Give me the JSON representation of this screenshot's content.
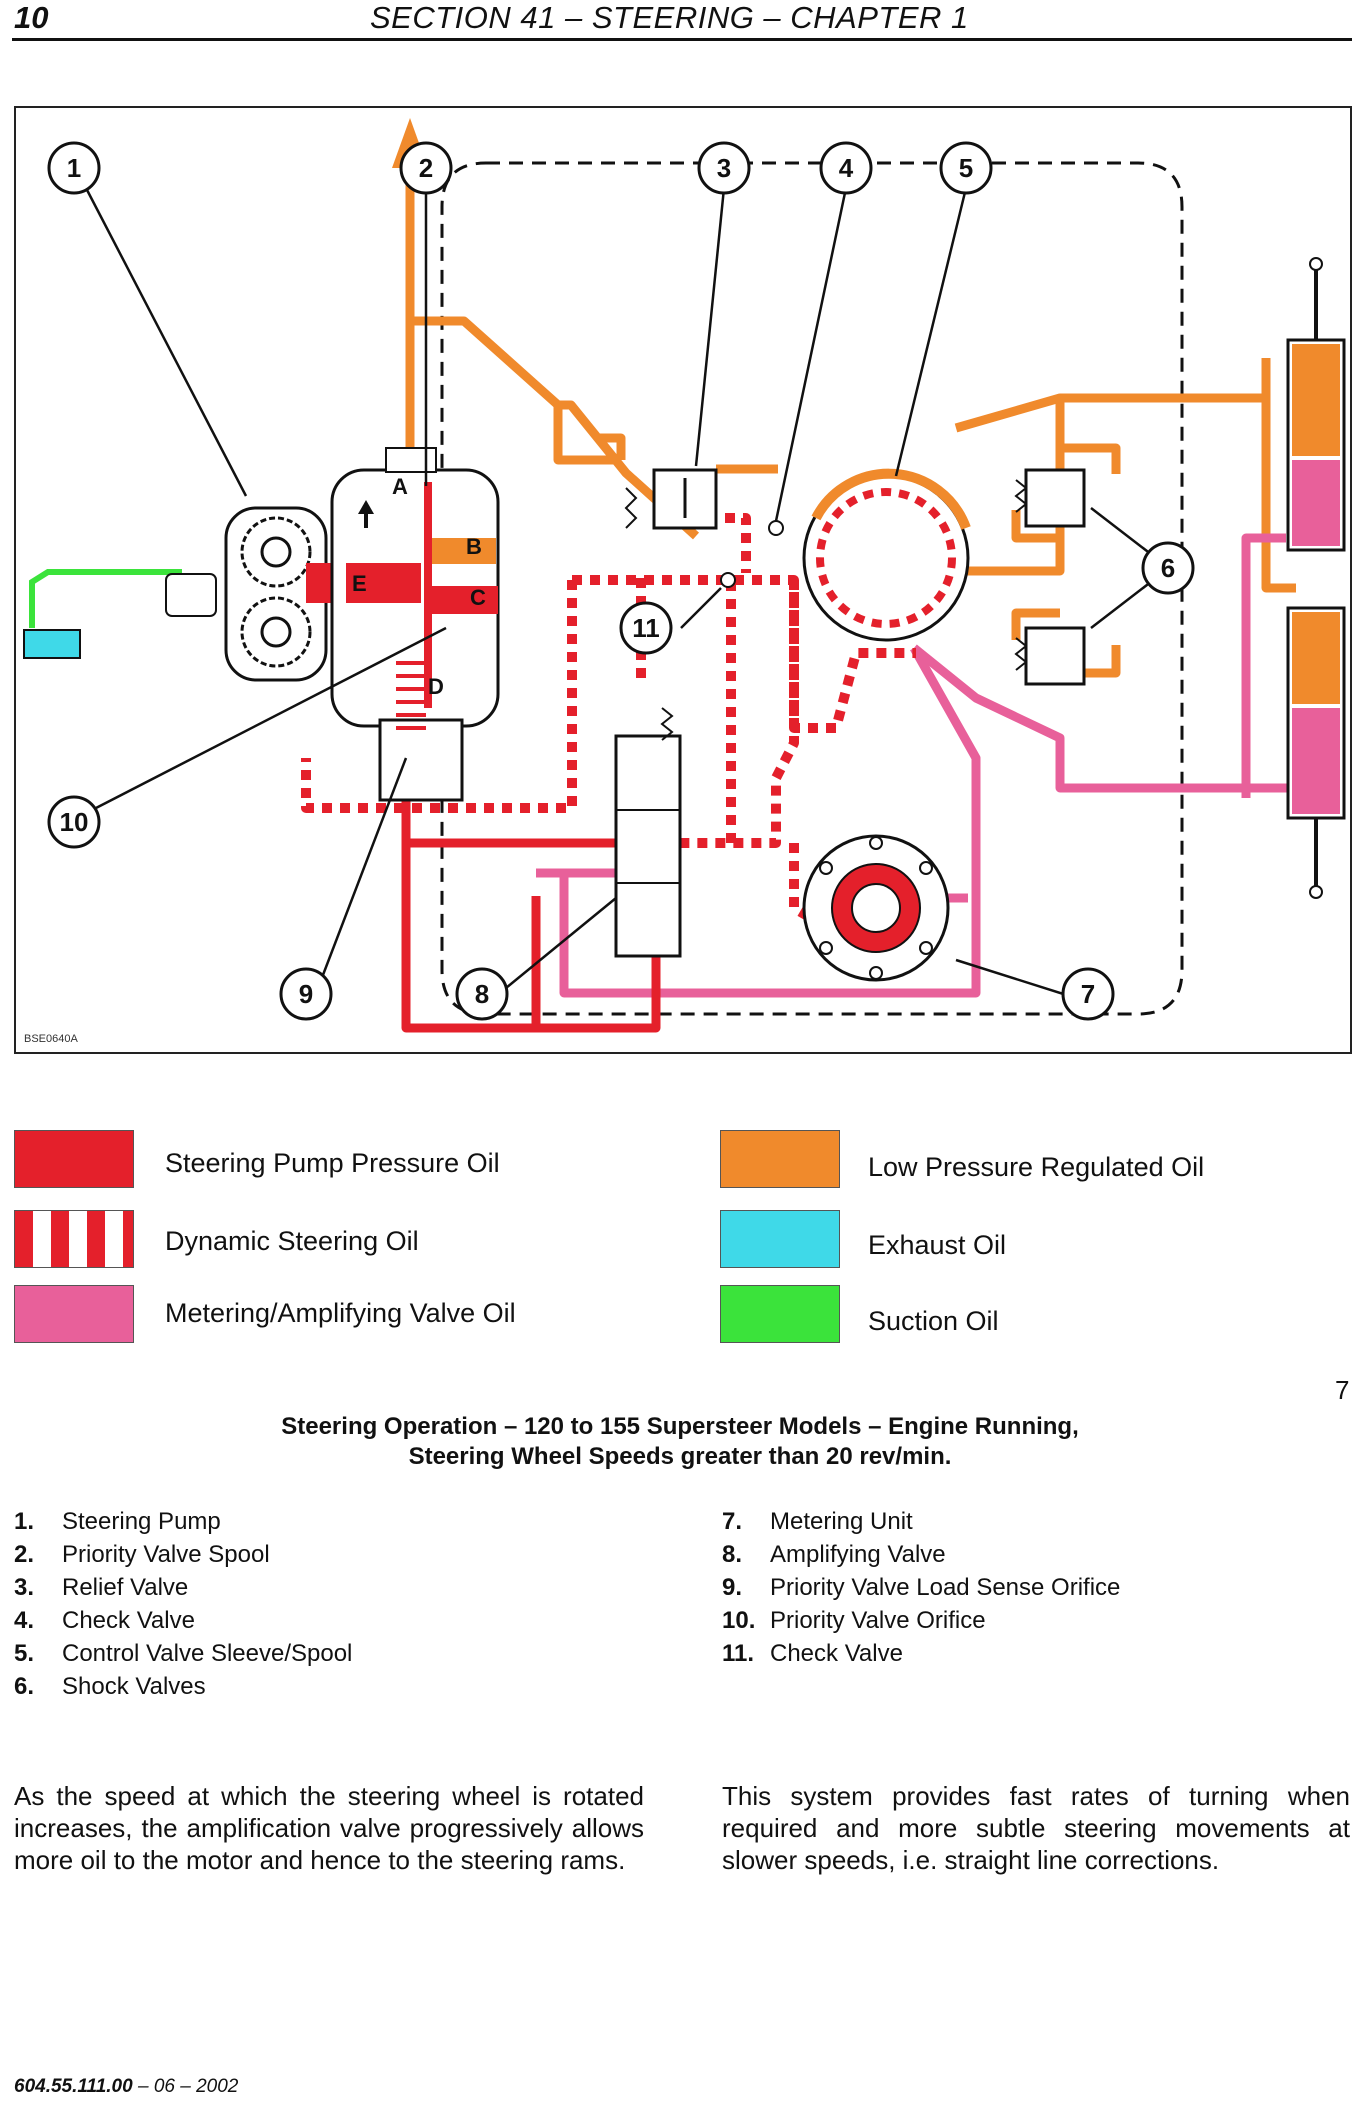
{
  "header": {
    "page_number": "10",
    "title": "SECTION 41 – STEERING – CHAPTER 1"
  },
  "diagram": {
    "callouts": [
      "1",
      "2",
      "3",
      "4",
      "5",
      "6",
      "7",
      "8",
      "9",
      "10",
      "11"
    ],
    "port_letters": [
      "A",
      "B",
      "C",
      "D",
      "E"
    ],
    "reference_code": "BSE0640A",
    "colors": {
      "steering_pump_pressure": "#e4202b",
      "dynamic_steering_stripe": "#e4202b",
      "metering_amplifying": "#e8609a",
      "low_pressure_regulated": "#f08a2c",
      "exhaust": "#3fd9e8",
      "suction": "#3be33b"
    }
  },
  "legend": [
    {
      "label": "Steering Pump Pressure Oil",
      "color": "#e4202b",
      "pattern": "solid"
    },
    {
      "label": "Dynamic Steering Oil",
      "color": "#e4202b",
      "pattern": "stripes"
    },
    {
      "label": "Metering/Amplifying Valve Oil",
      "color": "#e8609a",
      "pattern": "solid"
    },
    {
      "label": "Low Pressure Regulated Oil",
      "color": "#f08a2c",
      "pattern": "solid"
    },
    {
      "label": "Exhaust Oil",
      "color": "#3fd9e8",
      "pattern": "solid"
    },
    {
      "label": "Suction Oil",
      "color": "#3be33b",
      "pattern": "solid"
    }
  ],
  "figure_number": "7",
  "caption": {
    "line1": "Steering Operation – 120 to 155 Supersteer Models – Engine Running,",
    "line2": "Steering Wheel Speeds greater than 20 rev/min."
  },
  "parts": [
    {
      "num": "1.",
      "name": "Steering Pump"
    },
    {
      "num": "2.",
      "name": "Priority Valve Spool"
    },
    {
      "num": "3.",
      "name": "Relief Valve"
    },
    {
      "num": "4.",
      "name": "Check Valve"
    },
    {
      "num": "5.",
      "name": "Control Valve Sleeve/Spool"
    },
    {
      "num": "6.",
      "name": "Shock Valves"
    },
    {
      "num": "7.",
      "name": "Metering Unit"
    },
    {
      "num": "8.",
      "name": "Amplifying Valve"
    },
    {
      "num": "9.",
      "name": "Priority Valve Load Sense Orifice"
    },
    {
      "num": "10.",
      "name": "Priority Valve Orifice"
    },
    {
      "num": "11.",
      "name": "Check Valve"
    }
  ],
  "body": {
    "para_left": "As the speed at which the steering wheel is rotated increases, the amplification valve progressively allows more oil to the motor and hence to the steering rams.",
    "para_right": "This system provides fast rates of turning when required and more subtle steering movements at slower speeds, i.e. straight line corrections."
  },
  "footer": {
    "code": "604.55.111.00",
    "date": "– 06 – 2002"
  }
}
